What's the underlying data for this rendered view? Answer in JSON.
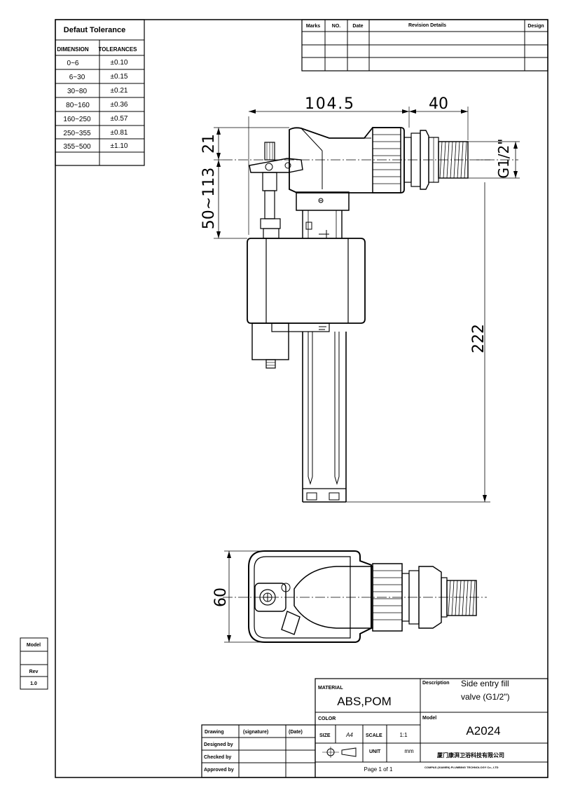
{
  "tolerance_table": {
    "title": "Defaut Tolerance",
    "col_dimension": "DIMENSION",
    "col_tolerances": "TOLERANCES",
    "rows": [
      {
        "dim": "0~6",
        "tol": "±0.10"
      },
      {
        "dim": "6~30",
        "tol": "±0.15"
      },
      {
        "dim": "30~80",
        "tol": "±0.21"
      },
      {
        "dim": "80~160",
        "tol": "±0.36"
      },
      {
        "dim": "160~250",
        "tol": "±0.57"
      },
      {
        "dim": "250~355",
        "tol": "±0.81"
      },
      {
        "dim": "355~500",
        "tol": "±1.10"
      }
    ]
  },
  "revision_table": {
    "headers": [
      "Marks",
      "NO.",
      "Date",
      "Revision Details",
      "Design"
    ]
  },
  "model_box": {
    "model_label": "Model",
    "rev_label": "Rev",
    "rev_value": "1.0"
  },
  "dimensions": {
    "width_body": "104.5",
    "width_thread": "40",
    "height_top": "21",
    "height_range": "50~113",
    "height_total": "222",
    "thread": "G1/2\"",
    "plan_width": "60"
  },
  "title_block": {
    "material_label": "MATERIAL",
    "material_value": "ABS,POM",
    "description_label": "Description",
    "description_line1": "Side entry fill",
    "description_line2": "valve (G1/2\")",
    "color_label": "COLOR",
    "model_label": "Model",
    "model_value": "A2024",
    "size_label": "SIZE",
    "size_value": "A4",
    "scale_label": "SCALE",
    "scale_value": "1:1",
    "unit_label": "UNIT",
    "unit_value": "mm",
    "page_label": "Page 1 of 1",
    "company_cn": "厦门康湃卫浴科技有限公司",
    "company_en": "COMPAS (XIAMEN) PLUMBING TECHNOLOGY Co., LTD",
    "drawing_label": "Drawing",
    "signature_label": "(signature)",
    "date_label": "(Date)",
    "designed_by": "Designed by",
    "checked_by": "Checked by",
    "approved_by": "Approved by"
  }
}
